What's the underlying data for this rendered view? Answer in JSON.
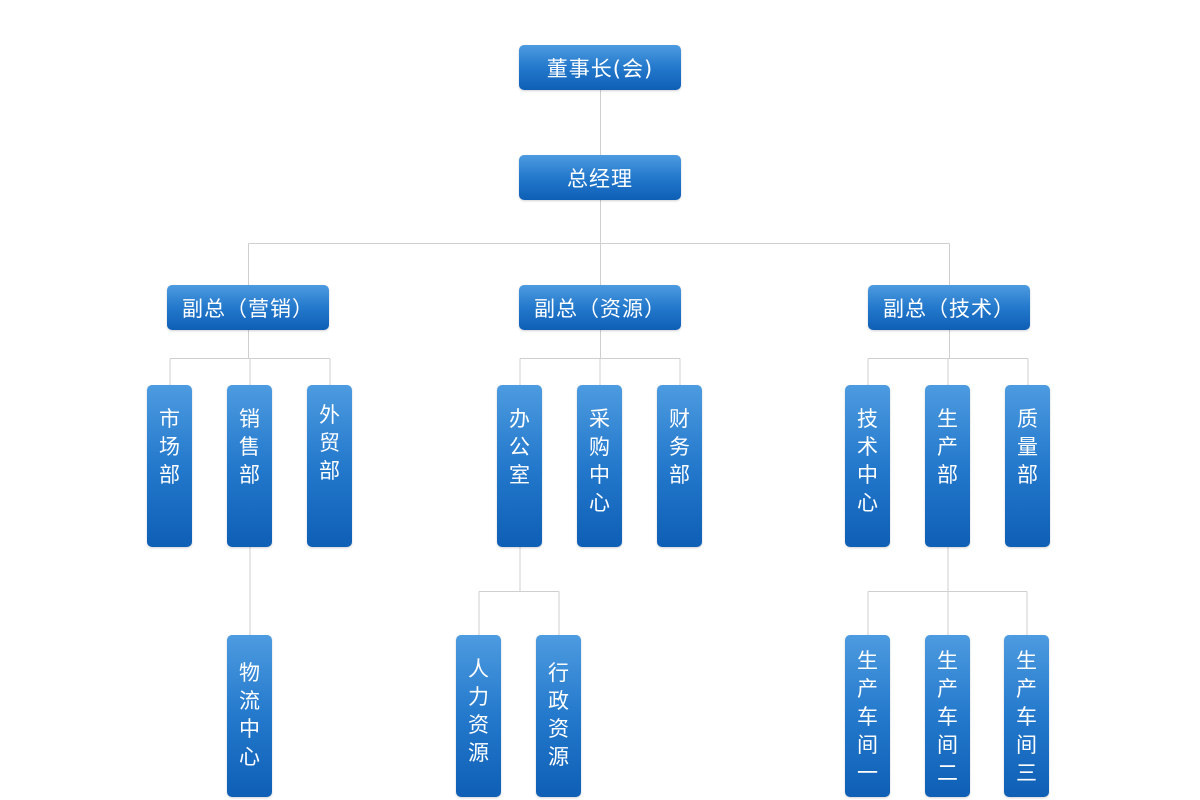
{
  "nodes": [
    {
      "id": "chairman",
      "label": "董事长(会)"
    },
    {
      "id": "gm",
      "label": "总经理"
    },
    {
      "id": "vp-marketing",
      "label": "副总（营销）"
    },
    {
      "id": "vp-resources",
      "label": "副总（资源）"
    },
    {
      "id": "vp-tech",
      "label": "副总（技术）"
    },
    {
      "id": "market-dept",
      "label": "市场部"
    },
    {
      "id": "sales-dept",
      "label": "销售部"
    },
    {
      "id": "trade-dept",
      "label": "外贸部"
    },
    {
      "id": "office",
      "label": "办公室"
    },
    {
      "id": "purchase-center",
      "label": "采购中心"
    },
    {
      "id": "finance-dept",
      "label": "财务部"
    },
    {
      "id": "tech-center",
      "label": "技术中心"
    },
    {
      "id": "production-dept",
      "label": "生产部"
    },
    {
      "id": "quality-dept",
      "label": "质量部"
    },
    {
      "id": "logistics-center",
      "label": "物流中心"
    },
    {
      "id": "hr",
      "label": "人力资源"
    },
    {
      "id": "admin-resources",
      "label": "行政资源"
    },
    {
      "id": "workshop-1",
      "label": "生产车间一"
    },
    {
      "id": "workshop-2",
      "label": "生产车间二"
    },
    {
      "id": "workshop-3",
      "label": "生产车间三"
    }
  ],
  "edges": [
    {
      "from": "chairman",
      "to": "gm"
    },
    {
      "from": "gm",
      "to": "vp-marketing"
    },
    {
      "from": "gm",
      "to": "vp-resources"
    },
    {
      "from": "gm",
      "to": "vp-tech"
    },
    {
      "from": "vp-marketing",
      "to": "market-dept"
    },
    {
      "from": "vp-marketing",
      "to": "sales-dept"
    },
    {
      "from": "vp-marketing",
      "to": "trade-dept"
    },
    {
      "from": "vp-resources",
      "to": "office"
    },
    {
      "from": "vp-resources",
      "to": "purchase-center"
    },
    {
      "from": "vp-resources",
      "to": "finance-dept"
    },
    {
      "from": "vp-tech",
      "to": "tech-center"
    },
    {
      "from": "vp-tech",
      "to": "production-dept"
    },
    {
      "from": "vp-tech",
      "to": "quality-dept"
    },
    {
      "from": "sales-dept",
      "to": "logistics-center"
    },
    {
      "from": "office",
      "to": "hr"
    },
    {
      "from": "office",
      "to": "admin-resources"
    },
    {
      "from": "production-dept",
      "to": "workshop-1"
    },
    {
      "from": "production-dept",
      "to": "workshop-2"
    },
    {
      "from": "production-dept",
      "to": "workshop-3"
    }
  ],
  "colors": {
    "node_top": "#4d9be0",
    "node_bottom": "#0e5fb5",
    "node_text": "#ffffff",
    "connector": "#cfcfcf",
    "background": "#ffffff"
  }
}
